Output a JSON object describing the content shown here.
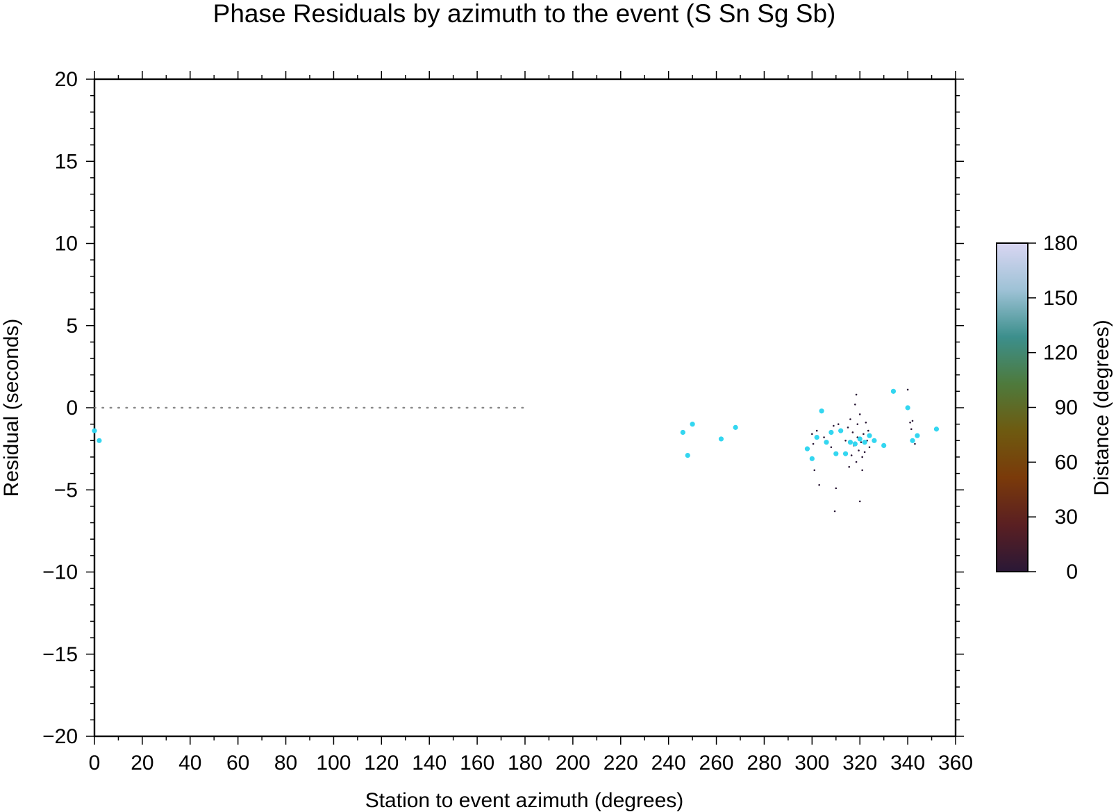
{
  "chart_data": {
    "type": "scatter",
    "title": "Phase Residuals by azimuth to the event (S Sn Sg Sb)",
    "xlabel": "Station to event azimuth (degrees)",
    "ylabel": "Residual (seconds)",
    "xlim": [
      0,
      360
    ],
    "ylim": [
      -20,
      20
    ],
    "x_ticks": [
      0,
      20,
      40,
      60,
      80,
      100,
      120,
      140,
      160,
      180,
      200,
      220,
      240,
      260,
      280,
      300,
      320,
      340,
      360
    ],
    "y_ticks": [
      20,
      15,
      10,
      5,
      0,
      -5,
      -10,
      -15,
      -20
    ],
    "x_tick_labels": [
      "0",
      "20",
      "40",
      "60",
      "80",
      "100",
      "120",
      "140",
      "160",
      "180",
      "200",
      "220",
      "240",
      "260",
      "280",
      "300",
      "320",
      "340",
      "360"
    ],
    "y_tick_labels": [
      "20",
      "15",
      "10",
      "5",
      "0",
      "−5",
      "−10",
      "−15",
      "−20"
    ],
    "grid": false,
    "reference_line": {
      "y": 0,
      "x_from": 0,
      "x_to": 180,
      "style": "dotted",
      "color": "#888888"
    },
    "colorbar": {
      "label": "Distance (degrees)",
      "range": [
        0,
        180
      ],
      "ticks": [
        0,
        30,
        60,
        90,
        120,
        150,
        180
      ],
      "tick_labels": [
        "0",
        "30",
        "60",
        "90",
        "120",
        "150",
        "180"
      ],
      "colors": [
        "#2a1836",
        "#5a1f22",
        "#7a3a0a",
        "#6e5a10",
        "#4e7a3c",
        "#3c8f8c",
        "#9ec2d6",
        "#d9d6f2"
      ]
    },
    "series": [
      {
        "color": "#33d6f0",
        "marker": "large-dot",
        "x": [
          0,
          2,
          246,
          248,
          250,
          262,
          268,
          298,
          300,
          302,
          304,
          306,
          308,
          310,
          312,
          314,
          316,
          318,
          320,
          322,
          324,
          326,
          330,
          334,
          340,
          342,
          344,
          352
        ],
        "y": [
          -1.4,
          -2.0,
          -1.5,
          -2.9,
          -1.0,
          -1.9,
          -1.2,
          -2.5,
          -3.1,
          -1.8,
          -0.2,
          -2.1,
          -1.5,
          -2.8,
          -1.4,
          -2.8,
          -2.1,
          -2.2,
          -1.9,
          -2.1,
          -1.7,
          -2.0,
          -2.3,
          1.0,
          0.0,
          -2.0,
          -1.7,
          -1.3
        ]
      },
      {
        "color": "#2a1836",
        "marker": "small-dot",
        "x": [
          300,
          300.5,
          301,
          302,
          303,
          305,
          308,
          309,
          309.5,
          310,
          311,
          340,
          341,
          341.5,
          342,
          343,
          314,
          315,
          315.5,
          316,
          316.5,
          317,
          317.5,
          318,
          318.5,
          319,
          319.5,
          320,
          320.5,
          321,
          321.5,
          322,
          322.5,
          323,
          323.5,
          324,
          320,
          318.5,
          321,
          319
        ],
        "y": [
          -1.6,
          -2.2,
          -3.8,
          -1.4,
          -4.7,
          -1.8,
          -2.4,
          -1.1,
          -6.3,
          -4.9,
          -1.0,
          1.1,
          -0.9,
          -1.3,
          -0.8,
          -2.2,
          -2.0,
          -1.2,
          -3.6,
          -0.7,
          -2.9,
          -1.5,
          -2.3,
          0.2,
          -3.3,
          -1.8,
          -2.6,
          -0.4,
          -2.1,
          -3.0,
          -1.6,
          -2.7,
          -0.9,
          -2.0,
          -1.4,
          -2.4,
          -5.7,
          0.8,
          -3.8,
          -1.0
        ]
      }
    ]
  }
}
